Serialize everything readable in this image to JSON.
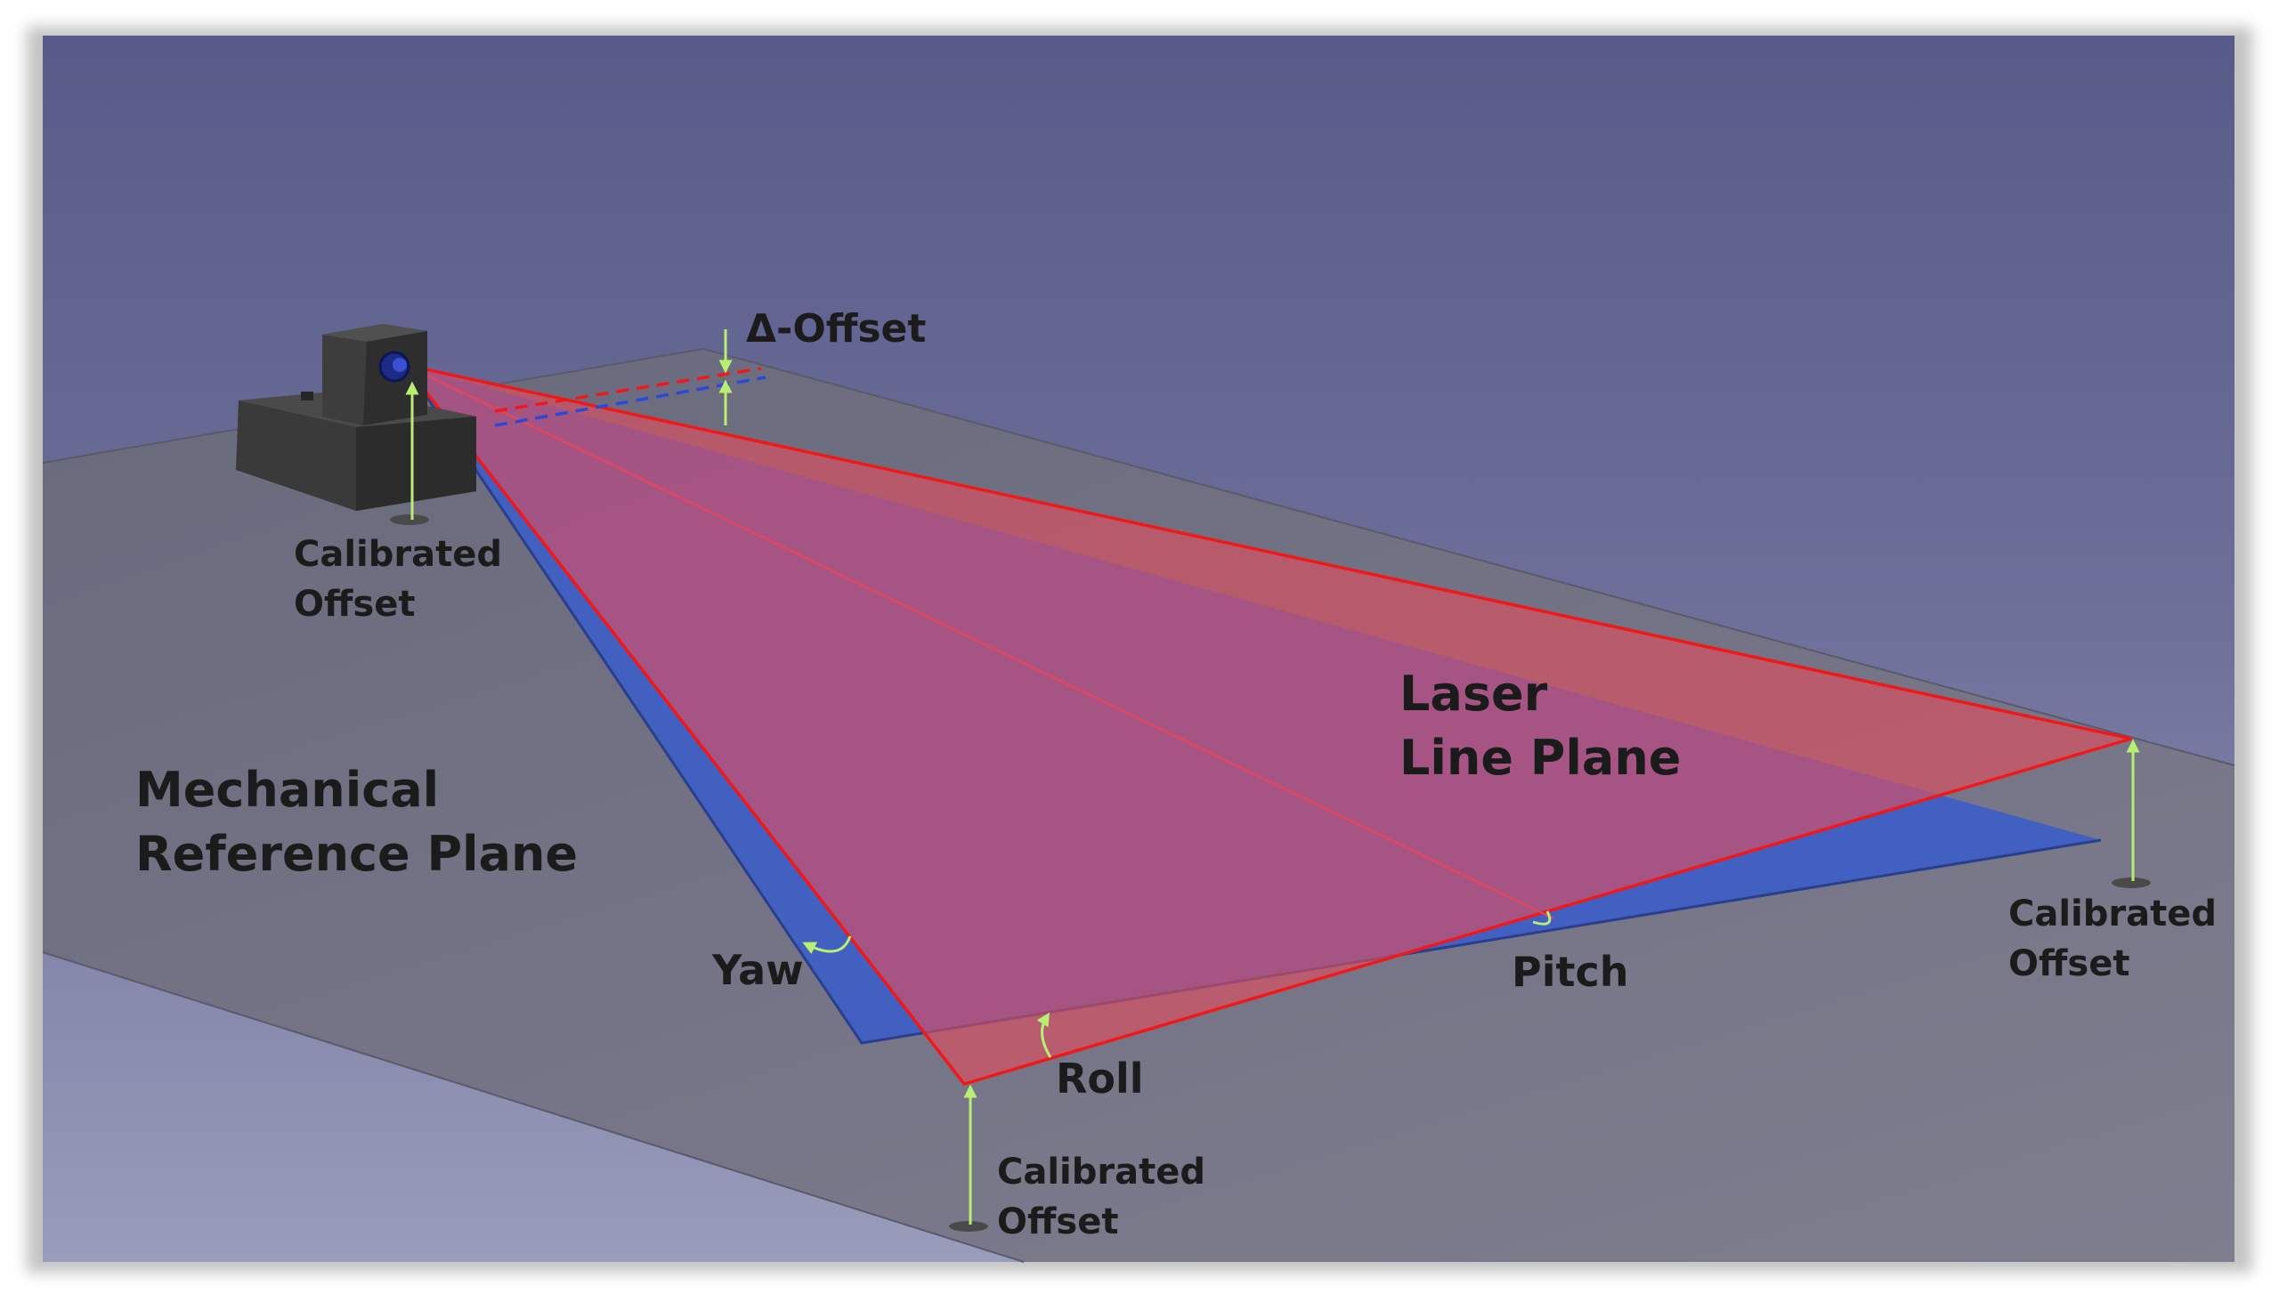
{
  "labels": {
    "delta_offset": "Δ-Offset",
    "calibrated_offset_sensor": [
      "Calibrated",
      "Offset"
    ],
    "calibrated_offset_near": [
      "Calibrated",
      "Offset"
    ],
    "calibrated_offset_far": [
      "Calibrated",
      "Offset"
    ],
    "mechanical_plane": [
      "Mechanical",
      "Reference Plane"
    ],
    "laser_plane": [
      "Laser",
      "Line Plane"
    ],
    "yaw": "Yaw",
    "pitch": "Pitch",
    "roll": "Roll"
  },
  "colors": {
    "background_top": "#595a8a",
    "background_bottom": "#7d7fa6",
    "reference_plane": "#6e6e7e",
    "blue_plane": "#3f5fc8",
    "red_plane": "#e24e5e",
    "red_edge": "#f01818",
    "offset_arrow": "#b8ee72",
    "sensor_body": "#363636"
  }
}
